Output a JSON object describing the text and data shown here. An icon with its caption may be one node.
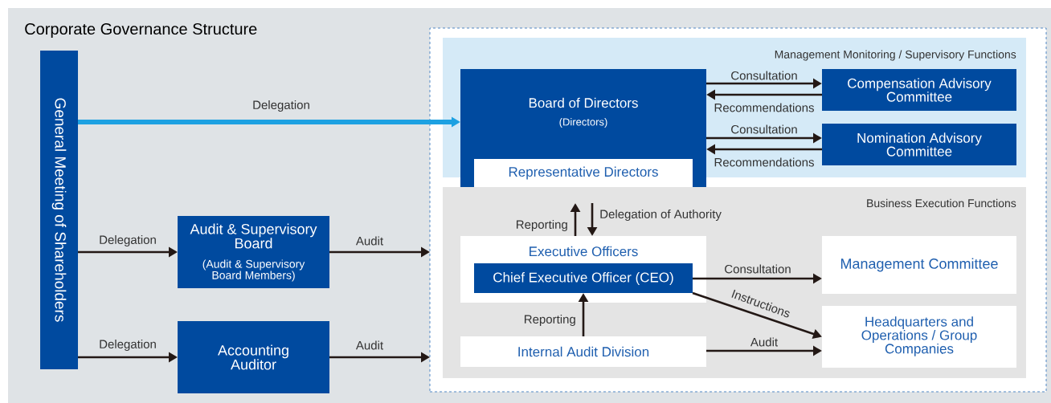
{
  "diagram": {
    "title": "Corporate Governance Structure",
    "nodes": [
      {
        "text": [
          "General Meeting of Shareholders"
        ]
      },
      {
        "text": [],
        "shape": "box"
      },
      {
        "text": [
          "Management Monitoring / Supervisory Functions"
        ],
        "in": 1
      },
      {
        "text": [
          "Board of Directors",
          "(Directors)"
        ],
        "in": 1
      },
      {
        "text": [
          "Representative Directors"
        ],
        "in": 3
      },
      {
        "text": [
          "Compensation Advisory Committee"
        ],
        "in": 2
      },
      {
        "text": [
          "Nomination Advisory Committee"
        ],
        "in": 2
      },
      {
        "text": [
          "Business Execution Functions"
        ],
        "in": 1
      },
      {
        "text": [
          "Executive Officers"
        ],
        "in": 7
      },
      {
        "text": [
          "Chief Executive Officer (CEO)"
        ],
        "in": 8
      },
      {
        "text": [
          "Management Committee"
        ],
        "in": 7
      },
      {
        "text": [
          "Internal Audit Division"
        ],
        "in": 7
      },
      {
        "text": [
          "Headquarters and Operations / Group Companies"
        ],
        "in": 7
      },
      {
        "text": [
          "Audit & Supervisory Board",
          "(Audit & Supervisory Board Members)"
        ]
      },
      {
        "text": [
          "Accounting Auditor"
        ]
      }
    ],
    "edges": [
      {
        "from": 0,
        "to": 3,
        "arrow": "to",
        "label": "Delegation",
        "style": "thick",
        "color": "#1da1e2"
      },
      {
        "from": 3,
        "to": 5,
        "arrow": "to",
        "label": "Consultation"
      },
      {
        "from": 5,
        "to": 3,
        "arrow": "to",
        "label": "Recommendations"
      },
      {
        "from": 3,
        "to": 6,
        "arrow": "to",
        "label": "Consultation"
      },
      {
        "from": 6,
        "to": 3,
        "arrow": "to",
        "label": "Recommendations"
      },
      {
        "from": 8,
        "to": 3,
        "arrow": "to",
        "label": "Reporting"
      },
      {
        "from": 3,
        "to": 8,
        "arrow": "to",
        "label": "Delegation of Authority"
      },
      {
        "from": 9,
        "to": 10,
        "arrow": "to",
        "label": "Consultation"
      },
      {
        "from": 9,
        "to": 12,
        "arrow": "to",
        "label": "Instructions"
      },
      {
        "from": 11,
        "to": 12,
        "arrow": "to",
        "label": "Audit"
      },
      {
        "from": 11,
        "to": 9,
        "arrow": "to",
        "label": "Reporting"
      },
      {
        "from": 0,
        "to": 13,
        "arrow": "to",
        "label": "Delegation"
      },
      {
        "from": 13,
        "to": 1,
        "arrow": "to",
        "label": "Audit"
      },
      {
        "from": 0,
        "to": 14,
        "arrow": "to",
        "label": "Delegation"
      },
      {
        "from": 14,
        "to": 1,
        "arrow": "to",
        "label": "Audit"
      }
    ]
  }
}
